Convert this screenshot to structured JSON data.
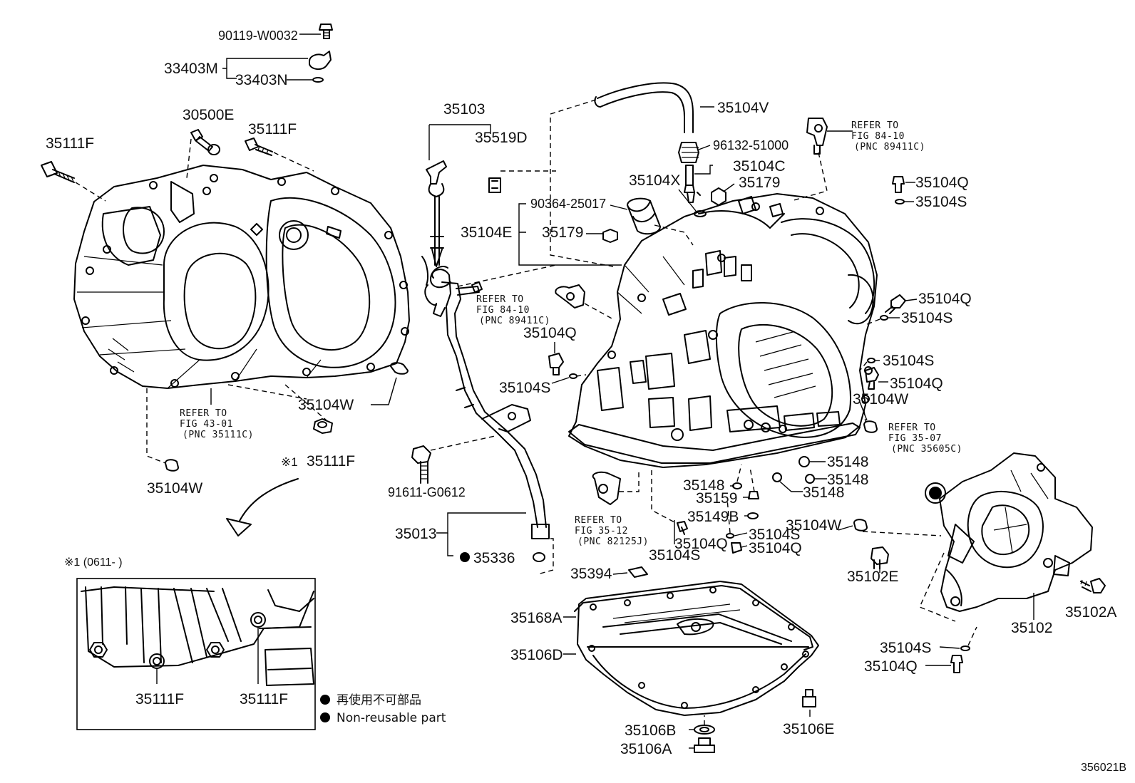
{
  "labels": {
    "p90119_W0032": "90119-W0032",
    "p33403M": "33403M",
    "p33403N": "33403N",
    "p30500E": "30500E",
    "p35111F_a": "35111F",
    "p35111F_b": "35111F",
    "p35111F_c": "35111F",
    "p35111F_d": "35111F",
    "p35111F_e": "35111F",
    "p35103": "35103",
    "p35519D": "35519D",
    "p35104E": "35104E",
    "p90364_25017": "90364-25017",
    "p35179_a": "35179",
    "p35179_b": "35179",
    "p35104V": "35104V",
    "p96132_51000": "96132-51000",
    "p35104C": "35104C",
    "p35104X": "35104X",
    "p35104Q_a": "35104Q",
    "p35104Q_b": "35104Q",
    "p35104Q_c": "35104Q",
    "p35104Q_d": "35104Q",
    "p35104Q_e": "35104Q",
    "p35104Q_f": "35104Q",
    "p35104Q_g": "35104Q",
    "p35104S_a": "35104S",
    "p35104S_b": "35104S",
    "p35104S_c": "35104S",
    "p35104S_d": "35104S",
    "p35104S_e": "35104S",
    "p35104S_f": "35104S",
    "p35104S_g": "35104S",
    "p35104W_a": "35104W",
    "p35104W_b": "35104W",
    "p35104W_c": "35104W",
    "p35104W_d": "35104W",
    "p91611_G0612": "91611-G0612",
    "p35013": "35013",
    "p35336": "35336",
    "p35148_a": "35148",
    "p35148_b": "35148",
    "p35148_c": "35148",
    "p35148_d": "35148",
    "p35159": "35159",
    "p35149B": "35149B",
    "p35394": "35394",
    "p35168A": "35168A",
    "p35106D": "35106D",
    "p35106B": "35106B",
    "p35106A": "35106A",
    "p35106E": "35106E",
    "p35102E": "35102E",
    "p35102": "35102",
    "p35102A": "35102A"
  },
  "refs": {
    "r1": [
      "REFER TO",
      "FIG 84-10",
      "(PNC 89411C)"
    ],
    "r2": [
      "REFER TO",
      "FIG 84-10",
      "(PNC 89411C)"
    ],
    "r3": [
      "REFER TO",
      "FIG 43-01",
      "(PNC 35111C)"
    ],
    "r4": [
      "REFER TO",
      "FIG 35-07",
      "(PNC 35605C)"
    ],
    "r5": [
      "REFER TO",
      "FIG 35-12",
      "(PNC 82125J)"
    ]
  },
  "note": {
    "mark": "※1",
    "date_range": "※1 (0611-      )"
  },
  "legend": {
    "jp": "再使用不可部品",
    "en": "Non-reusable part"
  },
  "sheet_number": "356021B"
}
